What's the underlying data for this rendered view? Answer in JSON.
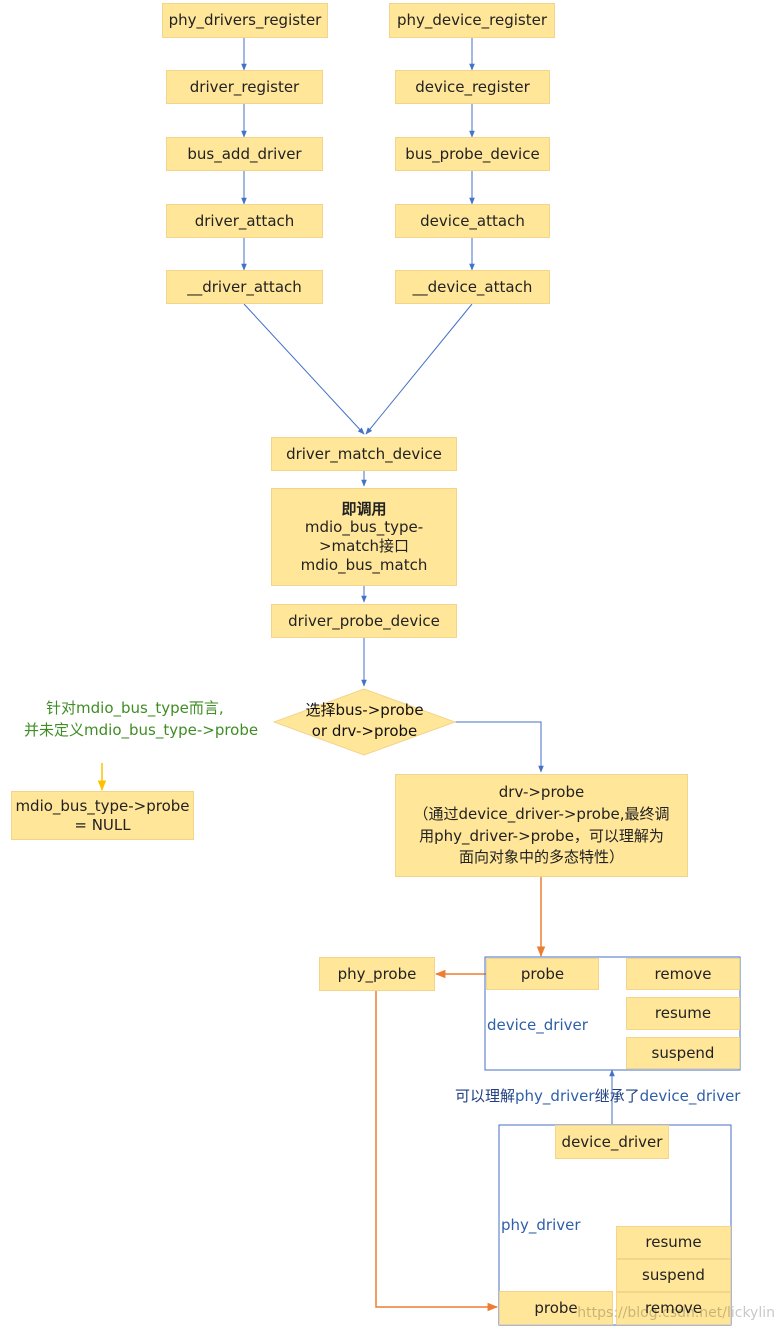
{
  "nodes": {
    "phy_drivers_register": "phy_drivers_register",
    "phy_device_register": "phy_device_register",
    "driver_register": "driver_register",
    "device_register": "device_register",
    "bus_add_driver": "bus_add_driver",
    "bus_probe_device": "bus_probe_device",
    "driver_attach": "driver_attach",
    "device_attach": "device_attach",
    "__driver_attach": "__driver_attach",
    "__device_attach": "__device_attach",
    "driver_match_device": "driver_match_device",
    "match_note": [
      "即调用",
      "mdio_bus_type-",
      ">match接口",
      "mdio_bus_match"
    ],
    "driver_probe_device": "driver_probe_device",
    "decision": [
      "选择bus->probe",
      "or drv->probe"
    ],
    "drv_probe": [
      "drv->probe",
      "（通过device_driver->probe,最终调",
      "用phy_driver->probe，可以理解为",
      "面向对象中的多态特性）"
    ],
    "mdio_null": [
      "mdio_bus_type->probe",
      "= NULL"
    ],
    "phy_probe": "phy_probe"
  },
  "side_note": {
    "line1_a": "针对",
    "line1_b": "mdio_bus_type",
    "line1_c": "而言,",
    "line2_a": "并未定义",
    "line2_b": "mdio_bus_type->probe"
  },
  "device_driver_group": {
    "label": "device_driver",
    "probe": "probe",
    "remove": "remove",
    "resume": "resume",
    "suspend": "suspend"
  },
  "inherit_note": {
    "a": "可以理解",
    "b": "phy_driver",
    "c": "继承了",
    "d": "device_driver"
  },
  "phy_driver_group": {
    "label": "phy_driver",
    "header": "device_driver",
    "resume": "resume",
    "suspend": "suspend",
    "remove": "remove",
    "probe": "probe"
  },
  "watermark": "https://blog.csdn.net/lickylin",
  "colors": {
    "box_fill": "#ffe699",
    "blue_arrow": "#4472c4",
    "orange_arrow": "#ed7d31",
    "yellow_arrow": "#ffc000",
    "green_text": "#3f8d24"
  }
}
